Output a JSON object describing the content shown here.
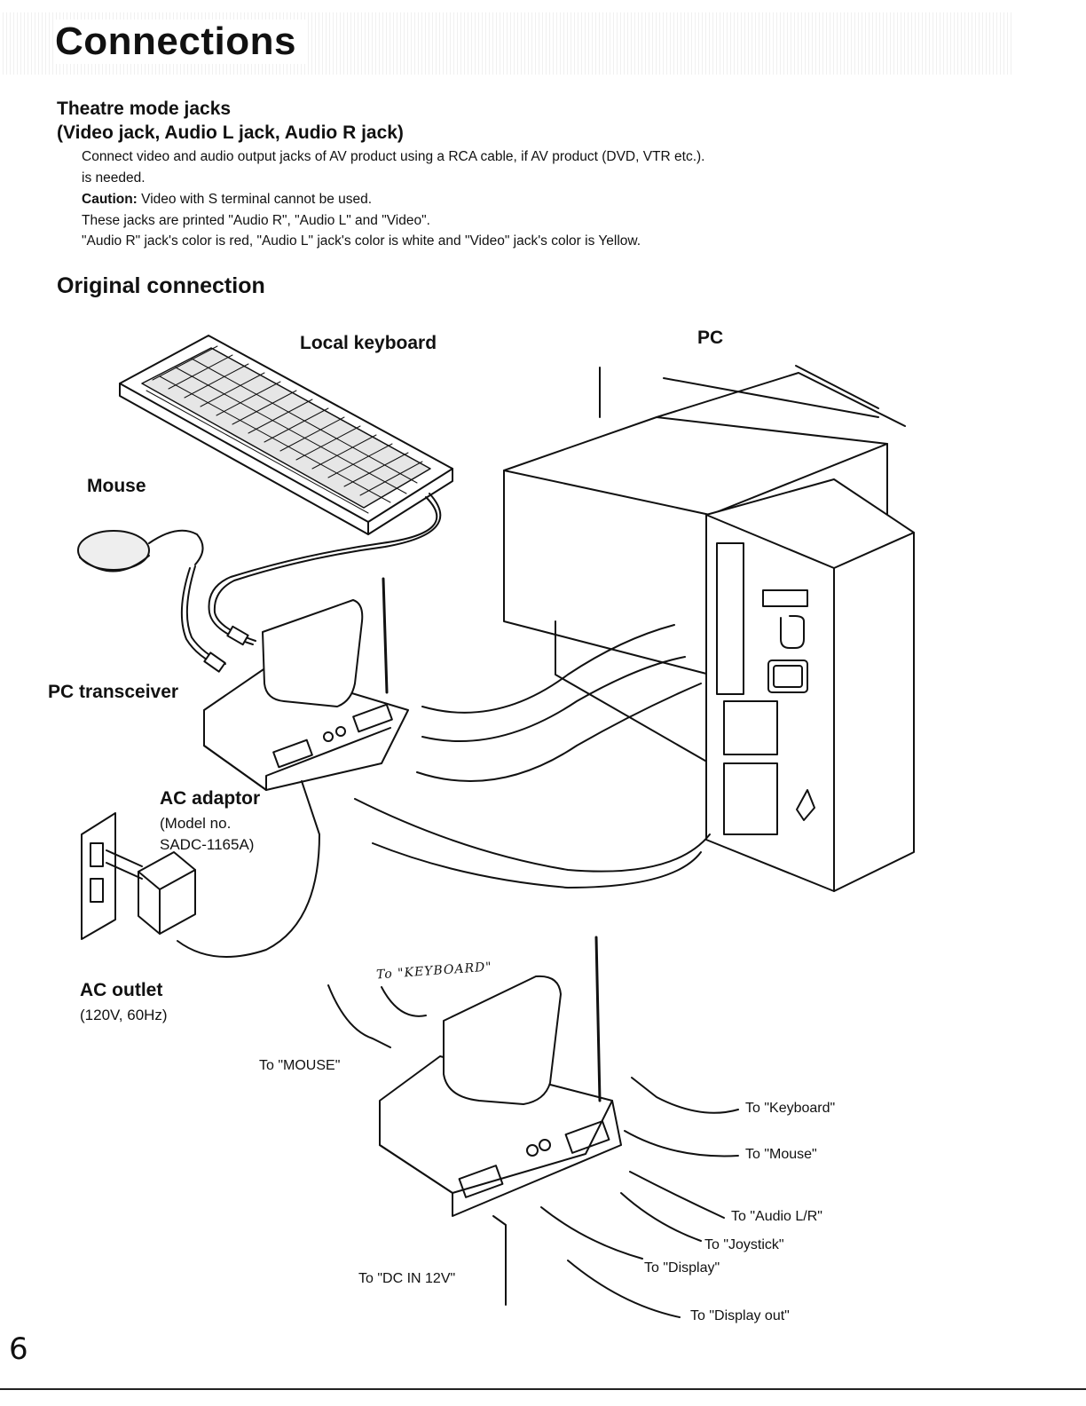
{
  "page": {
    "title": "Connections",
    "page_number": "6"
  },
  "theatre": {
    "heading1": "Theatre mode jacks",
    "heading2": "(Video jack, Audio L jack, Audio R jack)",
    "line1": "Connect video and audio output jacks of AV product using a RCA cable, if AV product (DVD, VTR etc.).",
    "line2": "is needed.",
    "caution_label": "Caution:",
    "caution_text": " Video with S terminal cannot be used.",
    "line4": "These jacks are printed \"Audio R\", \"Audio L\" and \"Video\".",
    "line5": "\"Audio R\" jack's color is red, \"Audio L\" jack's color is white and \"Video\" jack's color is Yellow."
  },
  "original": {
    "heading": "Original connection"
  },
  "labels": {
    "local_keyboard": "Local keyboard",
    "pc": "PC",
    "mouse": "Mouse",
    "pc_transceiver": "PC transceiver",
    "ac_adaptor": "AC adaptor",
    "model_line1": "(Model no.",
    "model_line2": "SADC-1165A)",
    "ac_outlet": "AC outlet",
    "ac_outlet_spec": "(120V, 60Hz)"
  },
  "callouts": {
    "to_keyboard_hand": "To \"KEYBOARD\"",
    "to_mouse_caps": "To \"MOUSE\"",
    "to_keyboard": "To \"Keyboard\"",
    "to_mouse": "To \"Mouse\"",
    "to_audio": "To \"Audio L/R\"",
    "to_joystick": "To \"Joystick\"",
    "to_display": "To \"Display\"",
    "to_dc_in": "To \"DC IN 12V\"",
    "to_display_out": "To \"Display out\""
  }
}
